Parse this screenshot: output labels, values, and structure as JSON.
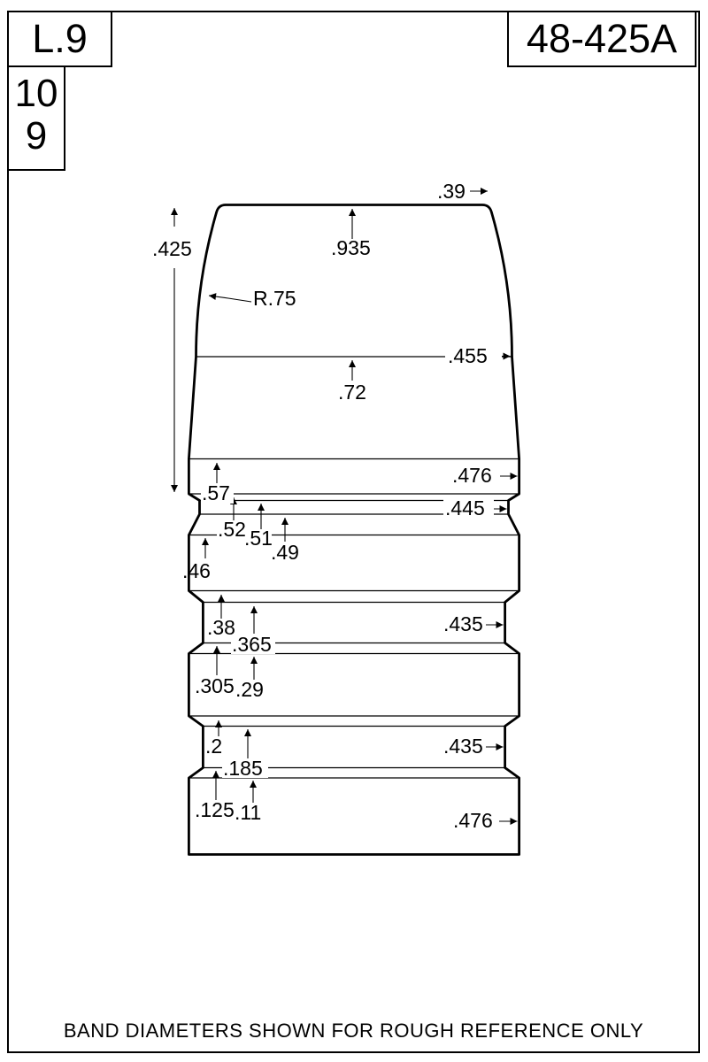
{
  "title_block": {
    "drawing_code": "L.9",
    "stack_top": "10",
    "stack_bottom": "9",
    "catalog_number": "48-425A"
  },
  "footer": {
    "note": "BAND DIAMETERS SHOWN FOR ROUGH REFERENCE ONLY"
  },
  "bullet_drawing": {
    "overall_length": ".935",
    "nose_length": ".425",
    "ogive_radius": "R.75",
    "meplat_diameter": ".39",
    "band_heights": {
      "h72": ".72",
      "h57": ".57",
      "h52": ".52",
      "h51": ".51",
      "h49": ".49",
      "h46": ".46",
      "h38": ".38",
      "h365": ".365",
      "h305": ".305",
      "h29": ".29",
      "h20": ".2",
      "h185": ".185",
      "h125": ".125",
      "h11": ".11"
    },
    "band_diameters": {
      "nose_base": ".455",
      "front_band": ".476",
      "crimp_groove": ".445",
      "mid_groove": ".435",
      "rear_groove": ".435",
      "base_band": ".476"
    }
  }
}
